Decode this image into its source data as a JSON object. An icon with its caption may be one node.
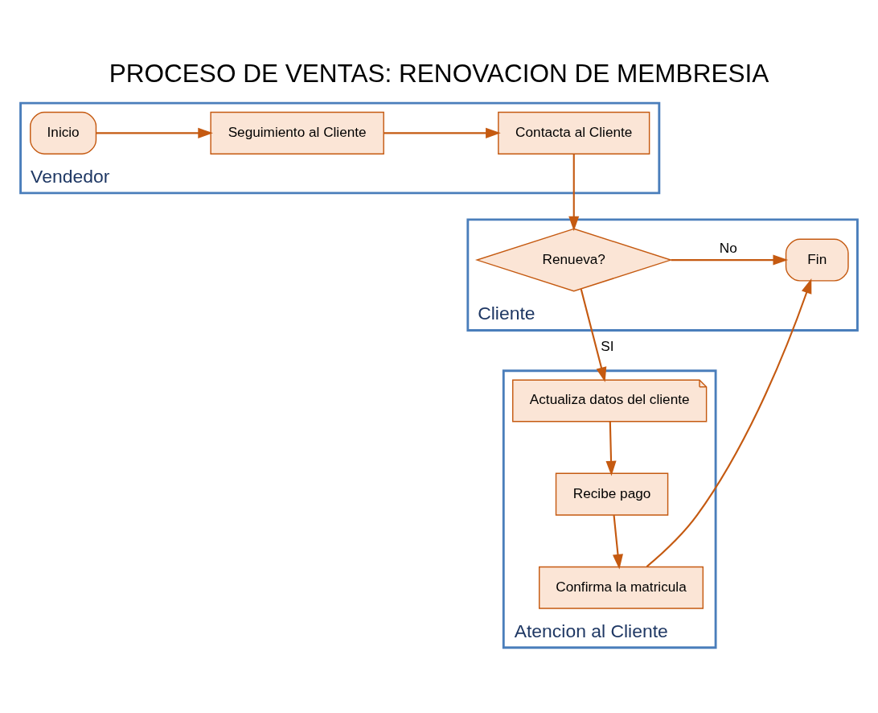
{
  "diagram": {
    "title": "PROCESO DE VENTAS: RENOVACION DE MEMBRESIA",
    "nodes": [
      {
        "text": [
          "Vendedor"
        ]
      },
      {
        "text": [
          "Inicio"
        ],
        "in": 0
      },
      {
        "text": [
          "Seguimiento al Cliente"
        ],
        "in": 0
      },
      {
        "text": [
          "Contacta al Cliente"
        ],
        "in": 0
      },
      {
        "text": [
          "Cliente"
        ]
      },
      {
        "text": [
          "Renueva?"
        ],
        "in": 4
      },
      {
        "text": [
          "Fin"
        ],
        "in": 4
      },
      {
        "text": [
          "Atencion al Cliente"
        ]
      },
      {
        "text": [
          "Actualiza datos del cliente"
        ],
        "in": 7
      },
      {
        "text": [
          "Recibe pago"
        ],
        "in": 7
      },
      {
        "text": [
          "Confirma la matricula"
        ],
        "in": 7
      }
    ],
    "edges": [
      {
        "from": 1,
        "to": 2,
        "arrow": "to"
      },
      {
        "from": 2,
        "to": 3,
        "arrow": "to"
      },
      {
        "from": 3,
        "to": 5,
        "arrow": "to"
      },
      {
        "from": 5,
        "to": 6,
        "arrow": "to",
        "label": "No"
      },
      {
        "from": 5,
        "to": 8,
        "arrow": "to",
        "label": "SI"
      },
      {
        "from": 8,
        "to": 9,
        "arrow": "to"
      },
      {
        "from": 9,
        "to": 10,
        "arrow": "to"
      },
      {
        "from": 10,
        "to": 6,
        "arrow": "to"
      }
    ]
  }
}
